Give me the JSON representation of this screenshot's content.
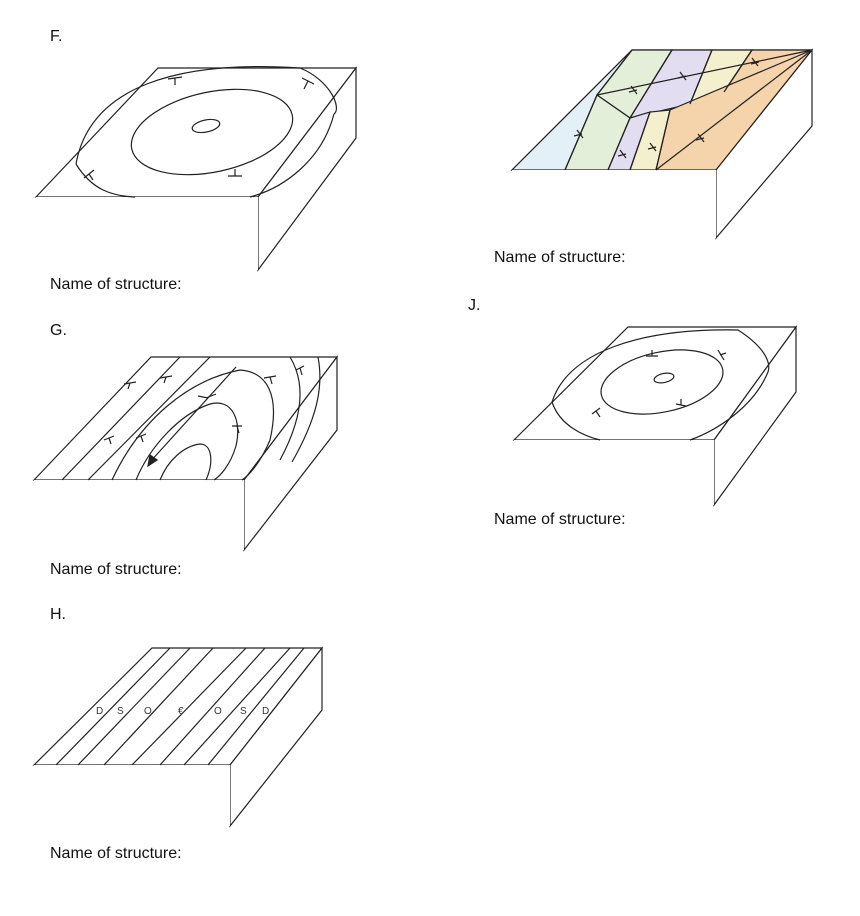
{
  "labels": {
    "f": "F.",
    "g": "G.",
    "h": "H.",
    "j": "J."
  },
  "captions": {
    "f": "Name of structure:",
    "i": "Name of structure:",
    "g": "Name of structure:",
    "j": "Name of structure:",
    "h": "Name of structure:"
  },
  "units_h": [
    "D",
    "S",
    "O",
    "€",
    "O",
    "S",
    "D"
  ],
  "colors": {
    "line": "#222222",
    "band_light_blue": "#e4f0f8",
    "band_green": "#e3efd9",
    "band_lavender": "#e2ddf0",
    "band_cream": "#f4efcd",
    "band_orange": "#f5d4ab"
  }
}
